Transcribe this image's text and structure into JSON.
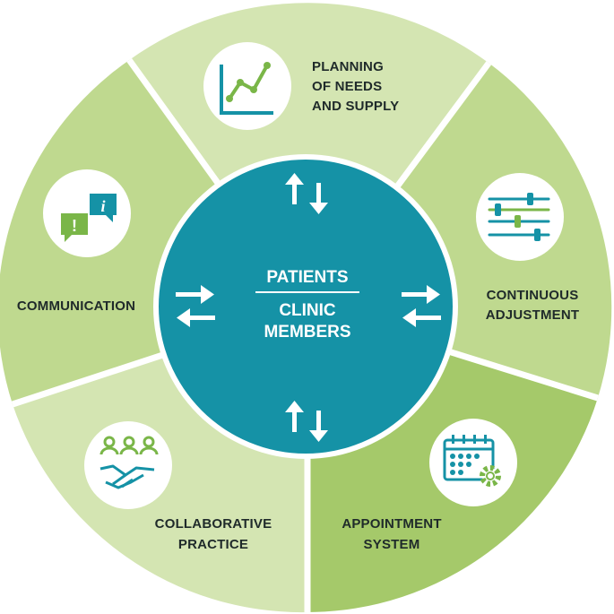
{
  "center": {
    "top_label": "PATIENTS",
    "bottom_label_line1": "CLINIC",
    "bottom_label_line2": "MEMBERS"
  },
  "segments": {
    "planning": {
      "line1": "PLANNING",
      "line2": "OF NEEDS",
      "line3": "AND SUPPLY",
      "icon": "line-chart-icon"
    },
    "continuous": {
      "line1": "CONTINUOUS",
      "line2": "ADJUSTMENT",
      "icon": "sliders-icon"
    },
    "appointment": {
      "line1": "APPOINTMENT",
      "line2": "SYSTEM",
      "icon": "calendar-gear-icon"
    },
    "collaborative": {
      "line1": "COLLABORATIVE",
      "line2": "PRACTICE",
      "icon": "team-handshake-icon"
    },
    "communication": {
      "line1": "COMMUNICATION",
      "icon": "chat-bubbles-icon"
    }
  },
  "colors": {
    "center": "#1592a6",
    "light_green": "#d4e5b2",
    "mid_green": "#bfd98f",
    "dark_green": "#a5c96a",
    "icon_green": "#7ab648",
    "icon_teal": "#1592a6"
  }
}
